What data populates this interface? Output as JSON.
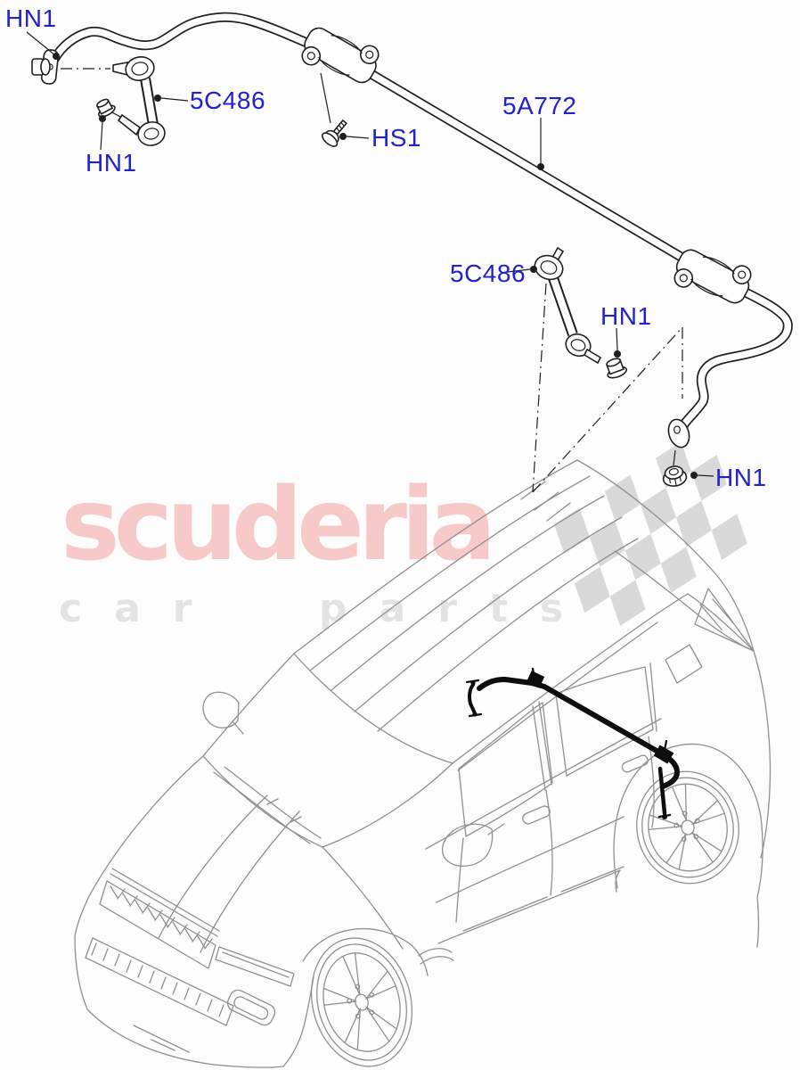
{
  "document": {
    "kind": "parts-catalog-exploded-diagram",
    "subject": "Front stabilizer bar and links on Land Rover Discovery Sport"
  },
  "watermark": {
    "brand": "scuderia",
    "tagline_word1": "car",
    "tagline_word2": "parts"
  },
  "parts": {
    "stabilizer_bar": "5A772",
    "stabilizer_link": "5C486",
    "bolt": "HS1",
    "nut": "HN1"
  },
  "labels": [
    {
      "id": "hn1-top-left",
      "text": "HN1"
    },
    {
      "id": "5c486-left",
      "text": "5C486"
    },
    {
      "id": "hn1-left",
      "text": "HN1"
    },
    {
      "id": "hs1-bracket-bolt",
      "text": "HS1"
    },
    {
      "id": "5a772-bar",
      "text": "5A772"
    },
    {
      "id": "5c486-right",
      "text": "5C486"
    },
    {
      "id": "hn1-middle",
      "text": "HN1"
    },
    {
      "id": "hn1-bottom-right",
      "text": "HN1"
    }
  ],
  "colors": {
    "label_blue": "#2121cd",
    "diagram_line": "#1f1f1f",
    "vehicle_line": "#909090",
    "watermark_pink": "#f7c9c9",
    "watermark_gray": "#e3e3e3",
    "flag_gray": "#d9d9d9",
    "background": "#fdfdfd"
  }
}
